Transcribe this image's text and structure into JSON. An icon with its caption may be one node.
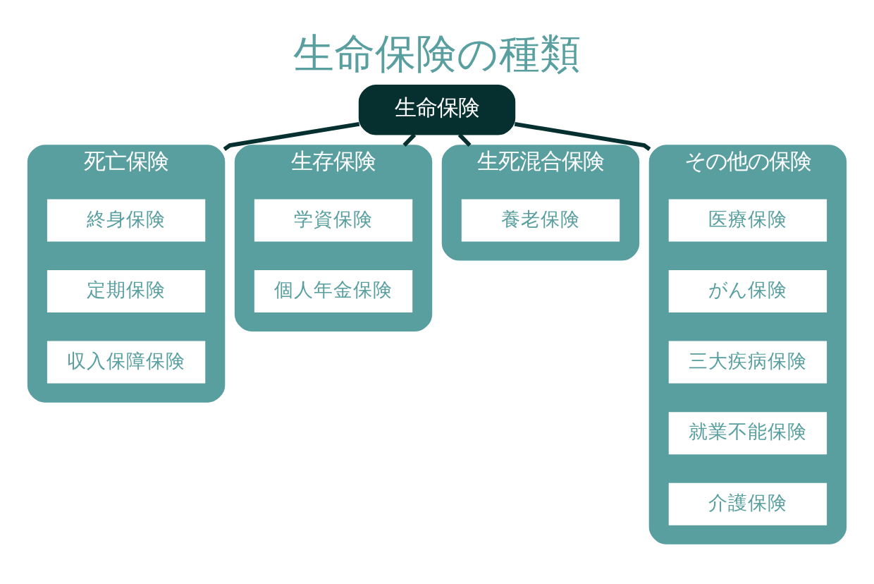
{
  "diagram": {
    "title": "生命保険の種類",
    "nodes": [
      {
        "text": [
          "生命保険"
        ]
      },
      {
        "text": [
          "死亡保険"
        ]
      },
      {
        "text": [
          "終身保険"
        ],
        "in": 1
      },
      {
        "text": [
          "定期保険"
        ],
        "in": 1
      },
      {
        "text": [
          "収入保障保険"
        ],
        "in": 1
      },
      {
        "text": [
          "生存保険"
        ]
      },
      {
        "text": [
          "学資保険"
        ],
        "in": 5
      },
      {
        "text": [
          "個人年金保険"
        ],
        "in": 5
      },
      {
        "text": [
          "生死混合保険"
        ]
      },
      {
        "text": [
          "養老保険"
        ],
        "in": 8
      },
      {
        "text": [
          "その他の保険"
        ]
      },
      {
        "text": [
          "医療保険"
        ],
        "in": 10
      },
      {
        "text": [
          "がん保険"
        ],
        "in": 10
      },
      {
        "text": [
          "三大疾病保険"
        ],
        "in": 10
      },
      {
        "text": [
          "就業不能保険"
        ],
        "in": 10
      },
      {
        "text": [
          "介護保険"
        ],
        "in": 10
      }
    ],
    "edges": [
      {
        "from": 0,
        "to": 1,
        "arrow": "none"
      },
      {
        "from": 0,
        "to": 5,
        "arrow": "none"
      },
      {
        "from": 0,
        "to": 8,
        "arrow": "none"
      },
      {
        "from": 0,
        "to": 10,
        "arrow": "none"
      }
    ]
  }
}
